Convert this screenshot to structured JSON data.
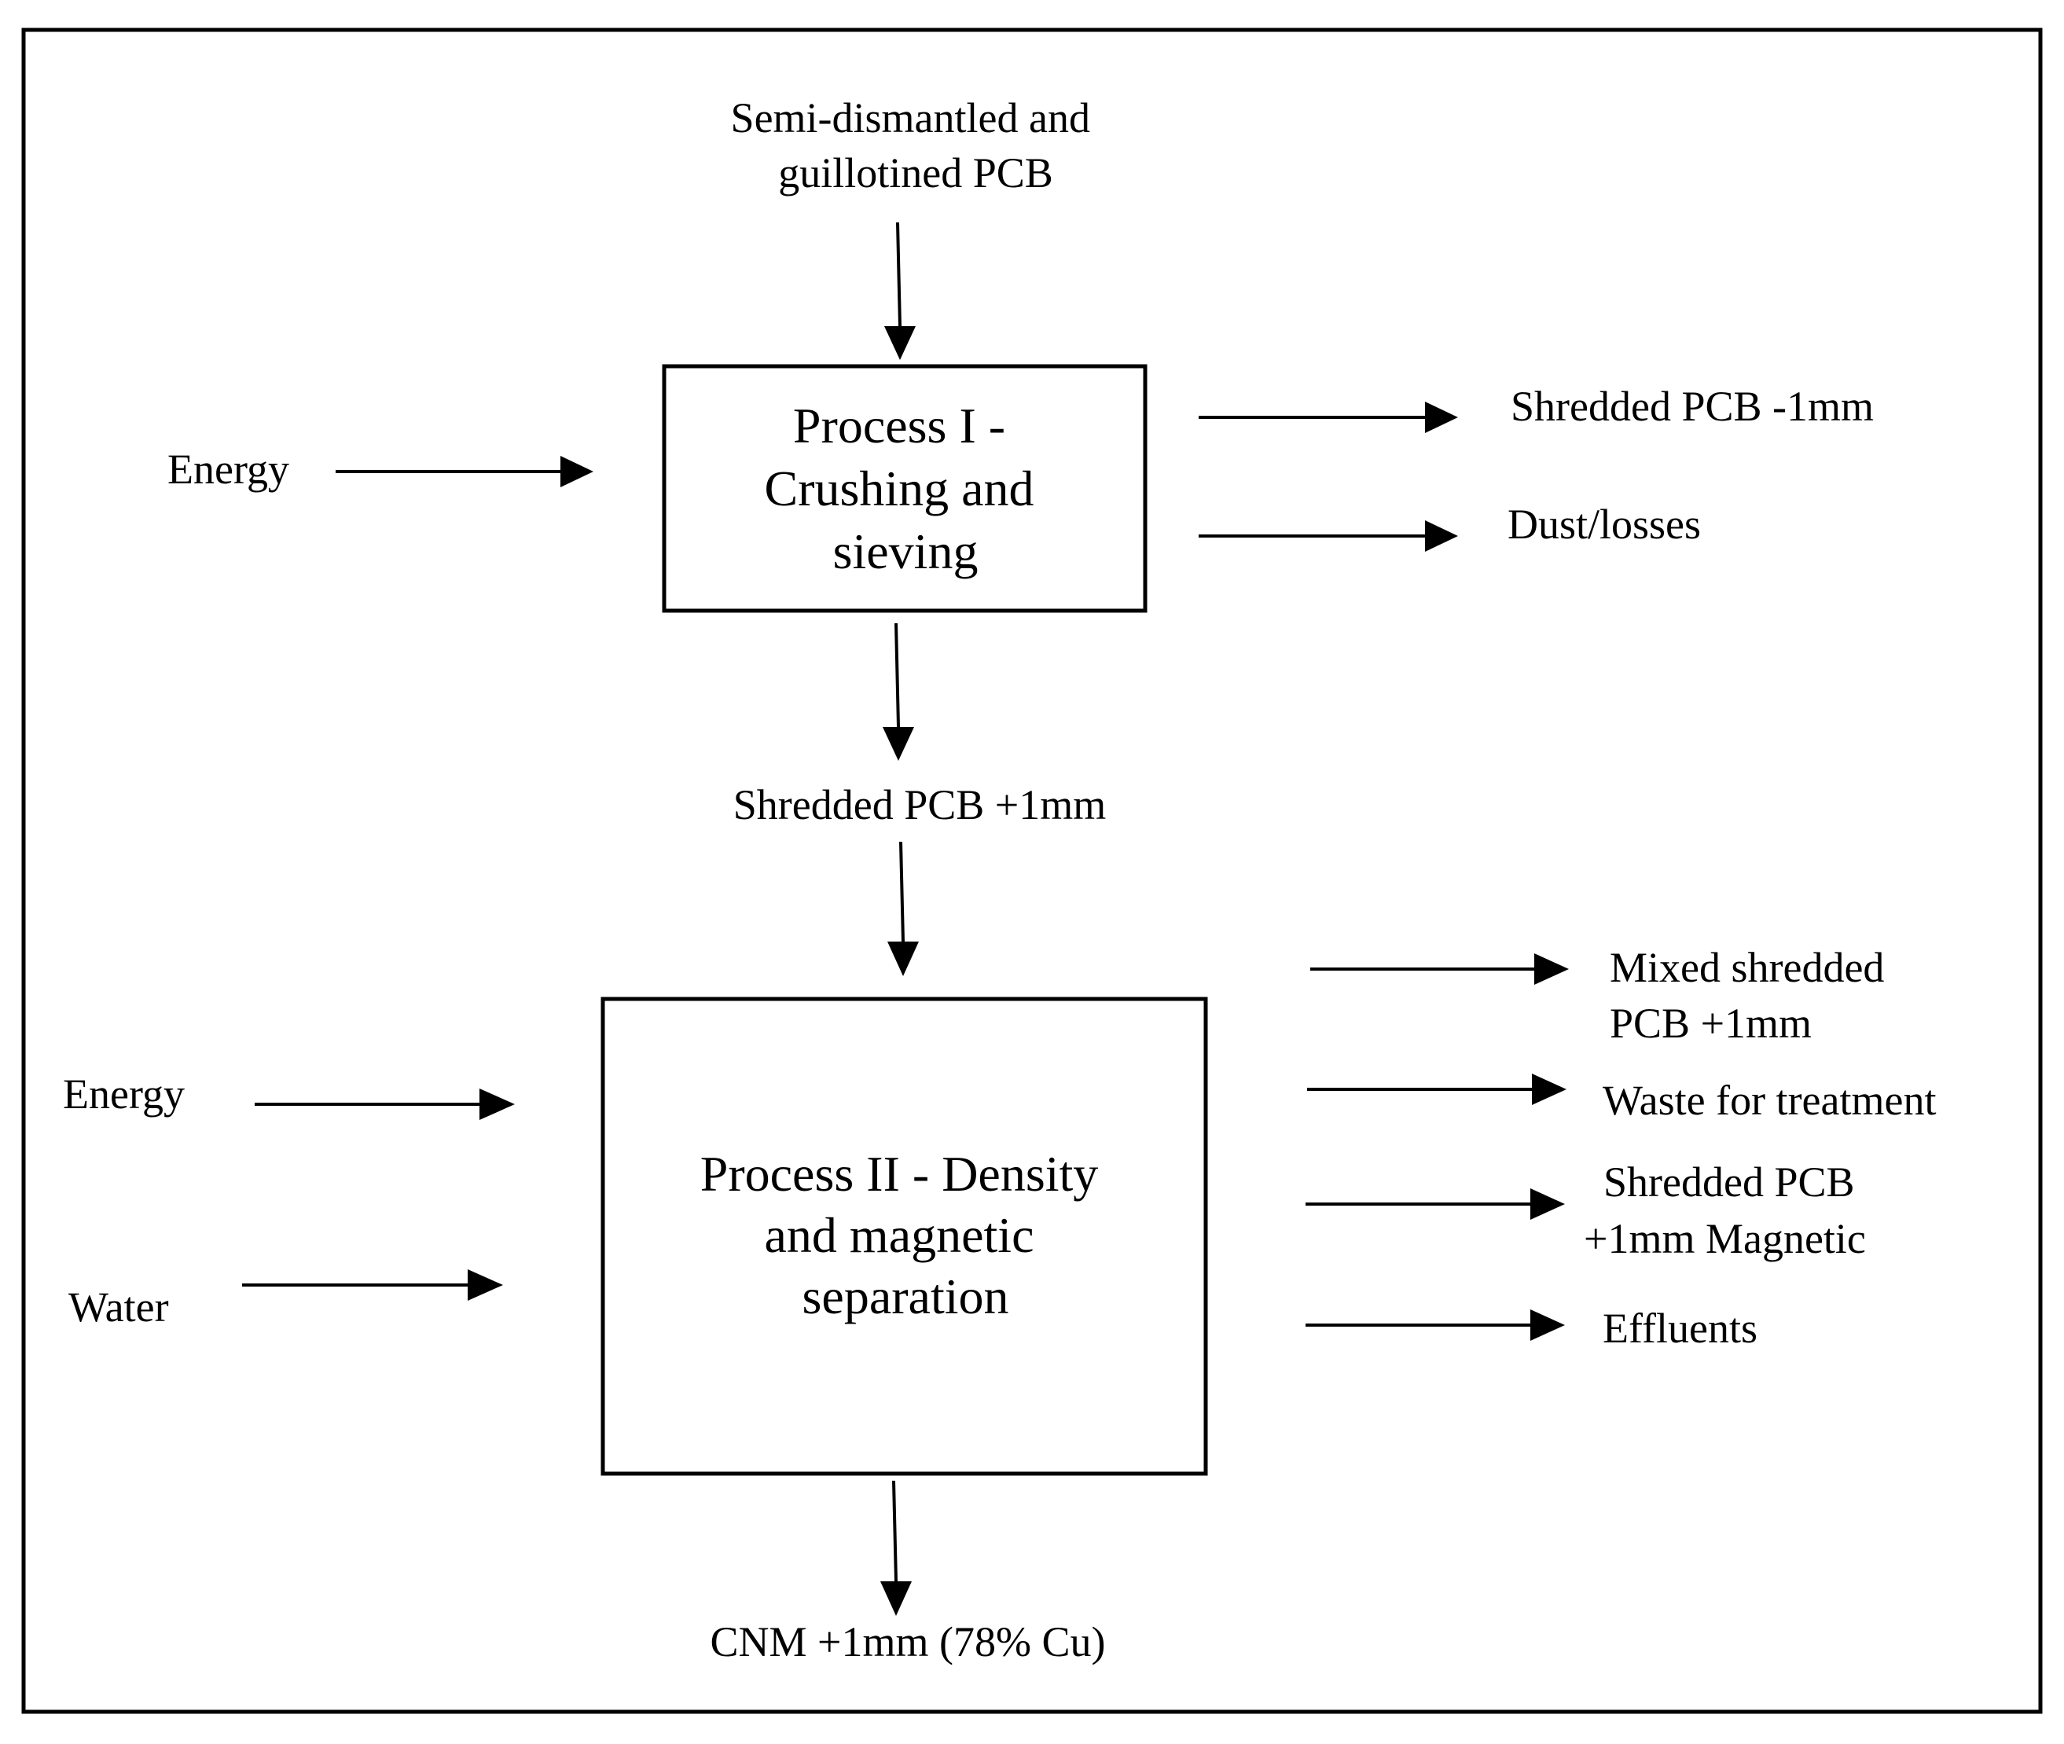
{
  "inputs": {
    "feed": [
      "Semi-dismantled and",
      "guillotined PCB"
    ],
    "energy_1": "Energy",
    "energy_2": "Energy",
    "water": "Water"
  },
  "processes": {
    "process_1": [
      "Process I -",
      "Crushing and",
      "sieving"
    ],
    "process_2": [
      "Process II - Density",
      "and magnetic",
      "separation"
    ]
  },
  "intermediate": "Shredded PCB +1mm",
  "outputs_1": {
    "shredded_minus": "Shredded PCB -1mm",
    "dust": "Dust/losses"
  },
  "outputs_2": {
    "mixed": [
      "Mixed shredded",
      "PCB +1mm"
    ],
    "waste": "Waste for treatment",
    "magnetic": [
      "Shredded PCB",
      "+1mm Magnetic"
    ],
    "effluents": "Effluents"
  },
  "final_product": "CNM +1mm (78% Cu)"
}
